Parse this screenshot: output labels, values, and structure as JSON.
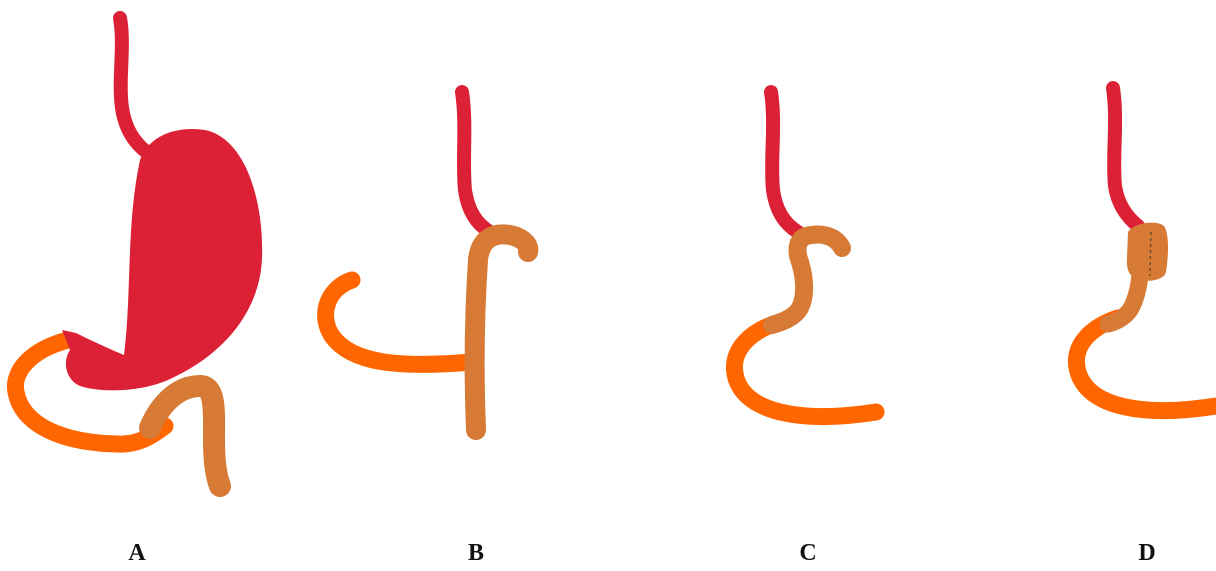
{
  "colors": {
    "esophagus": "#dc2035",
    "stomach": "#dc2035",
    "duodenum": "#d67a35",
    "jejunum": "#ff6600",
    "staple_line": "#6b4a2e",
    "label": "#111111"
  },
  "panels": [
    {
      "label": "A"
    },
    {
      "label": "B"
    },
    {
      "label": "C"
    },
    {
      "label": "D"
    }
  ]
}
